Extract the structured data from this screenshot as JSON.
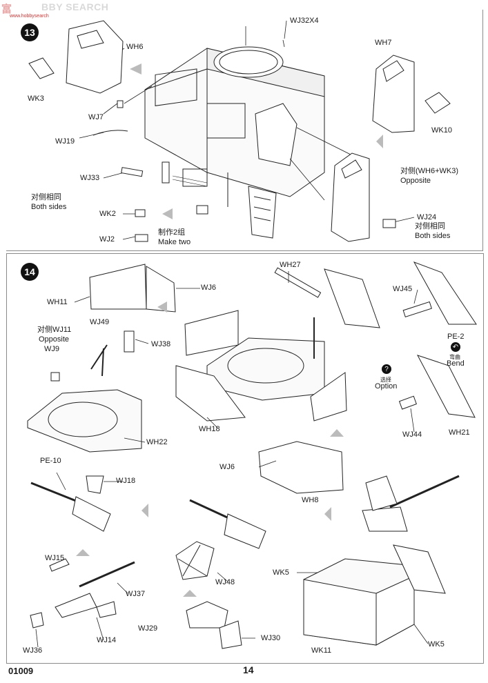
{
  "header": {
    "watermark_logo": "富",
    "watermark_text": "BBY SEARCH",
    "watermark_url": "www.hobbysearch"
  },
  "step13": {
    "number": "13",
    "labels": {
      "wj32x4": "WJ32X4",
      "wh6": "WH6",
      "wk3": "WK3",
      "wj7": "WJ7",
      "wj19": "WJ19",
      "wj33": "WJ33",
      "both_sides_cn": "对侧相同",
      "both_sides_en": "Both sides",
      "wk2": "WK2",
      "wj2": "WJ2",
      "make_two_cn": "制作2组",
      "make_two_en": "Make two",
      "wh7": "WH7",
      "wk10": "WK10",
      "opposite_cn": "对侧(WH6+WK3)",
      "opposite_en": "Opposite",
      "wj24": "WJ24",
      "wj24_both_cn": "对侧相同",
      "wj24_both_en": "Both sides"
    }
  },
  "step14": {
    "number": "14",
    "labels": {
      "wh11": "WH11",
      "wj6_top": "WJ6",
      "wj49": "WJ49",
      "opposite_cn": "对侧WJ11",
      "opposite_en": "Opposite",
      "wj9": "WJ9",
      "wj38": "WJ38",
      "wh22": "WH22",
      "wh27": "WH27",
      "wh18": "WH18",
      "wj45": "WJ45",
      "pe2": "PE-2",
      "bend_cn": "弯曲",
      "bend_en": "Bend",
      "option_cn": "选择",
      "option_en": "Option",
      "wj44": "WJ44",
      "wh21": "WH21",
      "pe10": "PE-10",
      "wj18": "WJ18",
      "wj6_mid": "WJ6",
      "wh8": "WH8",
      "wj15": "WJ15",
      "wj37": "WJ37",
      "wj48": "WJ48",
      "wk5_left": "WK5",
      "wj29": "WJ29",
      "wj30": "WJ30",
      "wj14": "WJ14",
      "wj36": "WJ36",
      "wk11": "WK11",
      "wk5_right": "WK5"
    }
  },
  "footer": {
    "product_code": "01009",
    "page_number": "14"
  }
}
